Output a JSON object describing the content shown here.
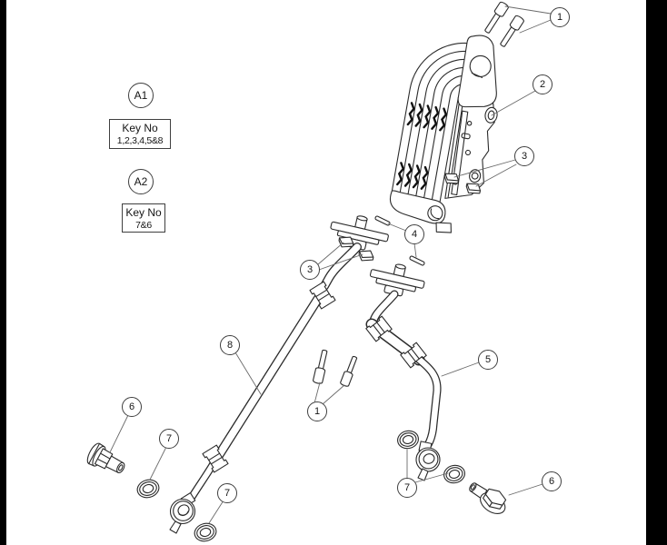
{
  "callouts": {
    "c1_top": "1",
    "c2": "2",
    "c3_right": "3",
    "c4": "4",
    "c3_left": "3",
    "c8": "8",
    "c1_mid": "1",
    "c5": "5",
    "c6_left": "6",
    "c7_left": "7",
    "c7_mid": "7",
    "c7_right": "7",
    "c6_right": "6"
  },
  "legend": {
    "a1": {
      "ref": "A1",
      "line1": "Key No",
      "line2": "1,2,3,4,5&8"
    },
    "a2": {
      "ref": "A2",
      "line1": "Key No",
      "line2": "7&6"
    }
  },
  "colors": {
    "background": "#000000",
    "paper": "#ffffff",
    "ink": "#2b2b2b",
    "leader_line": "#6a6a6a"
  }
}
